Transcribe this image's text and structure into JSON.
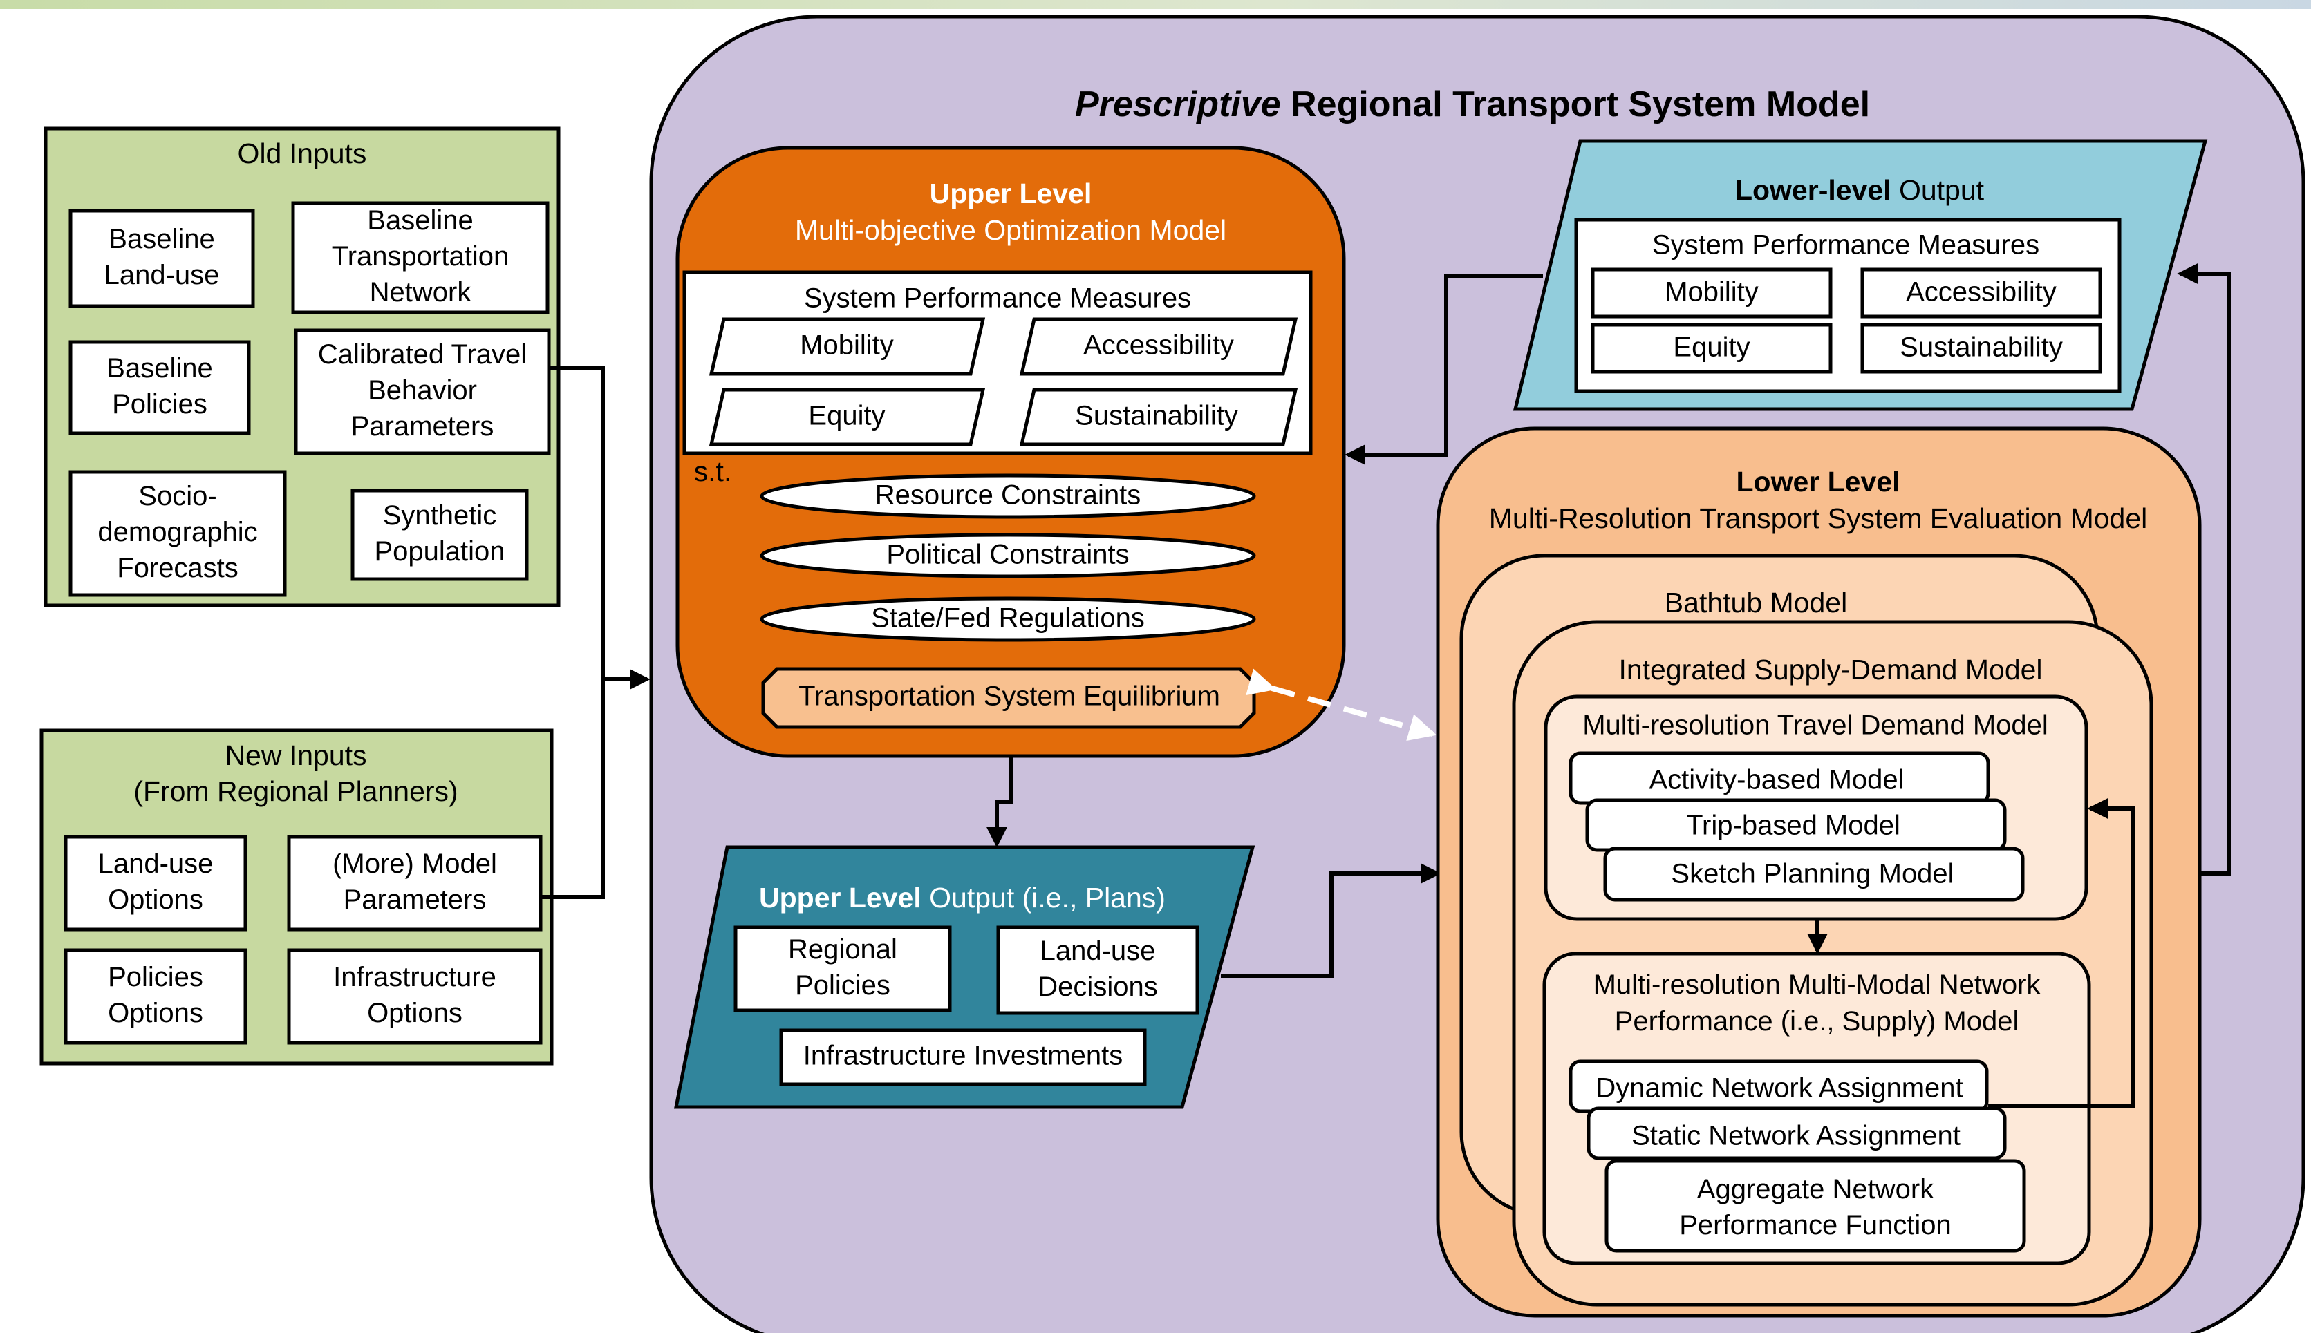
{
  "title": {
    "italic": "Prescriptive",
    "rest": " Regional Transport System Model"
  },
  "old_inputs": {
    "title": "Old Inputs",
    "items": [
      [
        "Baseline",
        "Land-use"
      ],
      [
        "Baseline",
        "Transportation",
        "Network"
      ],
      [
        "Baseline",
        "Policies"
      ],
      [
        "Calibrated Travel",
        "Behavior",
        "Parameters"
      ],
      [
        "Socio-",
        "demographic",
        "Forecasts"
      ],
      [
        "Synthetic",
        "Population"
      ]
    ]
  },
  "new_inputs": {
    "title_lines": [
      "New Inputs",
      "(From Regional Planners)"
    ],
    "items": [
      [
        "Land-use",
        "Options"
      ],
      [
        "(More) Model",
        "Parameters"
      ],
      [
        "Policies",
        "Options"
      ],
      [
        "Infrastructure",
        "Options"
      ]
    ]
  },
  "upper_level": {
    "title_bold": "Upper Level",
    "subtitle": "Multi-objective Optimization Model",
    "spm_title": "System Performance Measures",
    "measures": [
      "Mobility",
      "Accessibility",
      "Equity",
      "Sustainability"
    ],
    "st_label": "s.t.",
    "constraints": [
      "Resource Constraints",
      "Political Constraints",
      "State/Fed Regulations"
    ],
    "equilibrium": "Transportation System Equilibrium"
  },
  "upper_output": {
    "title_bold": "Upper Level",
    "title_rest": " Output (i.e., Plans)",
    "items": [
      [
        "Regional",
        "Policies"
      ],
      [
        "Land-use",
        "Decisions"
      ],
      [
        "Infrastructure Investments"
      ]
    ]
  },
  "lower_output": {
    "title_bold": "Lower-level",
    "title_rest": " Output",
    "spm_title": "System Performance Measures",
    "measures": [
      "Mobility",
      "Accessibility",
      "Equity",
      "Sustainability"
    ]
  },
  "lower_level": {
    "title_bold": "Lower Level",
    "subtitle": "Multi-Resolution Transport System Evaluation Model",
    "bathtub": "Bathtub Model",
    "integrated": "Integrated Supply-Demand Model",
    "demand": {
      "title": "Multi-resolution Travel Demand Model",
      "models": [
        "Activity-based Model",
        "Trip-based Model",
        "Sketch Planning Model"
      ]
    },
    "supply": {
      "title_lines": [
        "Multi-resolution Multi-Modal Network",
        "Performance (i.e., Supply) Model"
      ],
      "models": [
        [
          "Dynamic Network Assignment"
        ],
        [
          "Static Network Assignment"
        ],
        [
          "Aggregate Network",
          "Performance Function"
        ]
      ]
    }
  },
  "colors": {
    "input_green": "#c7d9a0",
    "main_purple": "#cbc0dc",
    "upper_orange": "#e36c0a",
    "equilibrium_peach": "#f8c08f",
    "upper_output_teal": "#31859c",
    "lower_output_blue": "#92cddc",
    "lower_level_peach": "#f8be8e",
    "nested_light": "#fcd5b4",
    "nested_lighter": "#fde9d9"
  }
}
